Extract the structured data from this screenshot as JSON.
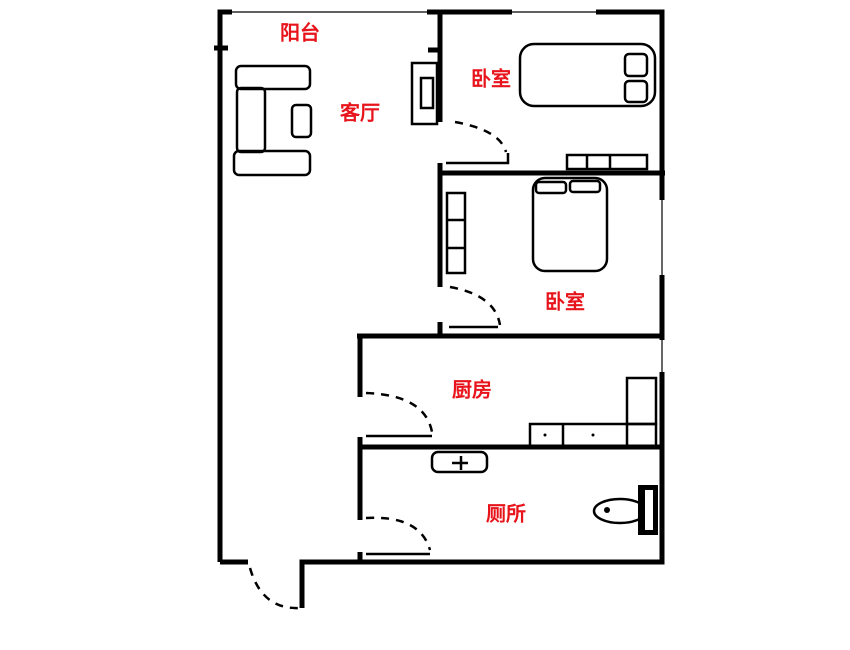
{
  "rooms": {
    "balcony": "阳台",
    "living_room": "客厅",
    "bedroom_1": "卧室",
    "bedroom_2": "卧室",
    "kitchen": "厨房",
    "toilet": "厕所"
  },
  "colors": {
    "label": "#e8141b",
    "wall": "#000000"
  }
}
